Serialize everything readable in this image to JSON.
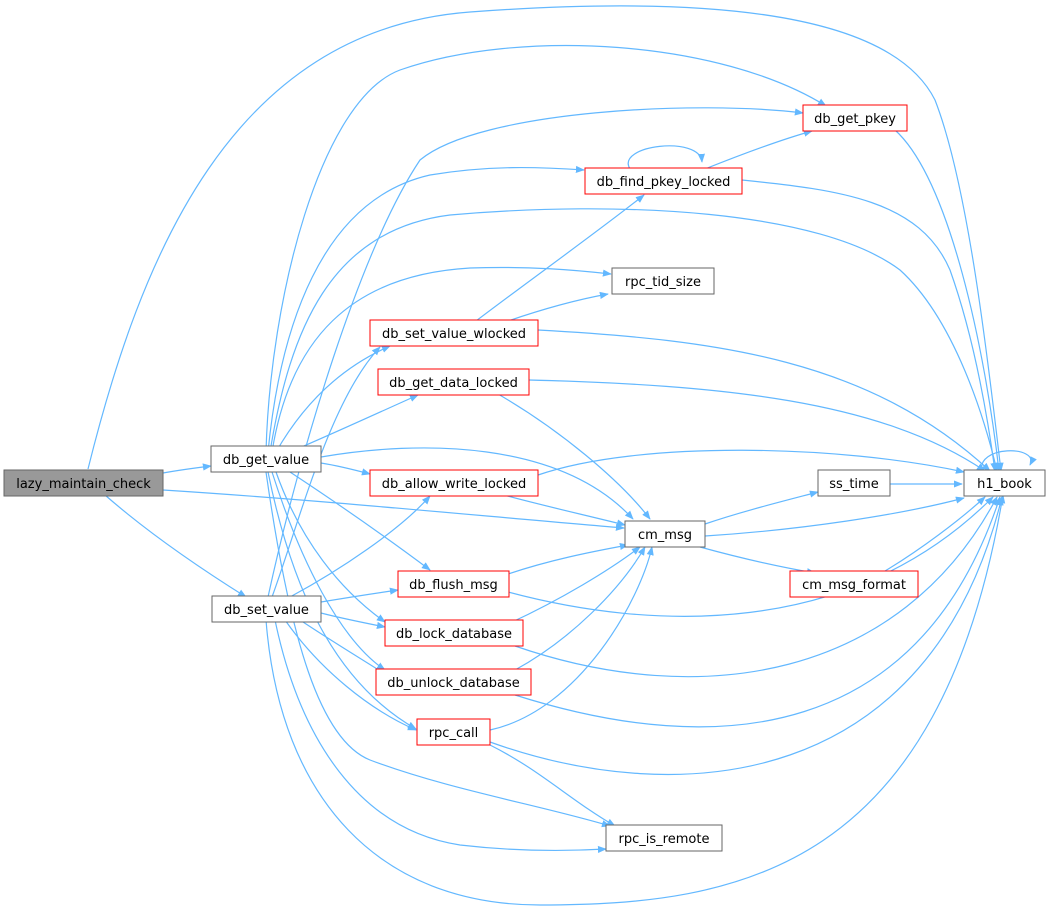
{
  "graph": {
    "colors": {
      "edge": "#63b8ff",
      "root_fill": "#999999",
      "root_border": "#666666",
      "normal_border": "#666666",
      "incomplete_border": "#ff0000",
      "node_fill": "#ffffff"
    },
    "nodes": [
      {
        "id": "lazy_maintain_check",
        "label": "lazy_maintain_check",
        "kind": "root"
      },
      {
        "id": "db_get_value",
        "label": "db_get_value",
        "kind": "normal"
      },
      {
        "id": "db_set_value",
        "label": "db_set_value",
        "kind": "normal"
      },
      {
        "id": "db_get_pkey",
        "label": "db_get_pkey",
        "kind": "incomplete"
      },
      {
        "id": "db_find_pkey_locked",
        "label": "db_find_pkey_locked",
        "kind": "incomplete"
      },
      {
        "id": "rpc_tid_size",
        "label": "rpc_tid_size",
        "kind": "normal"
      },
      {
        "id": "db_set_value_wlocked",
        "label": "db_set_value_wlocked",
        "kind": "incomplete"
      },
      {
        "id": "db_get_data_locked",
        "label": "db_get_data_locked",
        "kind": "incomplete"
      },
      {
        "id": "db_allow_write_locked",
        "label": "db_allow_write_locked",
        "kind": "incomplete"
      },
      {
        "id": "ss_time",
        "label": "ss_time",
        "kind": "normal"
      },
      {
        "id": "h1_book",
        "label": "h1_book",
        "kind": "normal"
      },
      {
        "id": "cm_msg",
        "label": "cm_msg",
        "kind": "normal"
      },
      {
        "id": "db_flush_msg",
        "label": "db_flush_msg",
        "kind": "incomplete"
      },
      {
        "id": "cm_msg_format",
        "label": "cm_msg_format",
        "kind": "incomplete"
      },
      {
        "id": "db_lock_database",
        "label": "db_lock_database",
        "kind": "incomplete"
      },
      {
        "id": "db_unlock_database",
        "label": "db_unlock_database",
        "kind": "incomplete"
      },
      {
        "id": "rpc_call",
        "label": "rpc_call",
        "kind": "incomplete"
      },
      {
        "id": "rpc_is_remote",
        "label": "rpc_is_remote",
        "kind": "normal"
      }
    ],
    "edges": [
      {
        "from": "lazy_maintain_check",
        "to": "db_get_value"
      },
      {
        "from": "lazy_maintain_check",
        "to": "db_set_value"
      },
      {
        "from": "lazy_maintain_check",
        "to": "cm_msg"
      },
      {
        "from": "lazy_maintain_check",
        "to": "h1_book"
      },
      {
        "from": "db_get_value",
        "to": "db_get_pkey"
      },
      {
        "from": "db_get_value",
        "to": "db_find_pkey_locked"
      },
      {
        "from": "db_get_value",
        "to": "h1_book"
      },
      {
        "from": "db_get_value",
        "to": "rpc_tid_size"
      },
      {
        "from": "db_get_value",
        "to": "db_set_value_wlocked"
      },
      {
        "from": "db_get_value",
        "to": "db_get_data_locked"
      },
      {
        "from": "db_get_value",
        "to": "db_allow_write_locked"
      },
      {
        "from": "db_get_value",
        "to": "cm_msg"
      },
      {
        "from": "db_get_value",
        "to": "db_flush_msg"
      },
      {
        "from": "db_get_value",
        "to": "db_lock_database"
      },
      {
        "from": "db_get_value",
        "to": "db_unlock_database"
      },
      {
        "from": "db_get_value",
        "to": "rpc_call"
      },
      {
        "from": "db_get_value",
        "to": "rpc_is_remote"
      },
      {
        "from": "db_set_value",
        "to": "db_get_pkey"
      },
      {
        "from": "db_set_value",
        "to": "db_set_value_wlocked"
      },
      {
        "from": "db_set_value",
        "to": "db_allow_write_locked"
      },
      {
        "from": "db_set_value",
        "to": "db_flush_msg"
      },
      {
        "from": "db_set_value",
        "to": "db_lock_database"
      },
      {
        "from": "db_set_value",
        "to": "db_unlock_database"
      },
      {
        "from": "db_set_value",
        "to": "rpc_call"
      },
      {
        "from": "db_set_value",
        "to": "rpc_is_remote"
      },
      {
        "from": "db_set_value",
        "to": "h1_book"
      },
      {
        "from": "db_find_pkey_locked",
        "to": "db_find_pkey_locked"
      },
      {
        "from": "db_find_pkey_locked",
        "to": "db_get_pkey"
      },
      {
        "from": "db_find_pkey_locked",
        "to": "h1_book"
      },
      {
        "from": "db_get_pkey",
        "to": "h1_book"
      },
      {
        "from": "db_set_value_wlocked",
        "to": "db_find_pkey_locked"
      },
      {
        "from": "db_set_value_wlocked",
        "to": "rpc_tid_size"
      },
      {
        "from": "db_set_value_wlocked",
        "to": "h1_book"
      },
      {
        "from": "db_get_data_locked",
        "to": "cm_msg"
      },
      {
        "from": "db_get_data_locked",
        "to": "h1_book"
      },
      {
        "from": "db_allow_write_locked",
        "to": "cm_msg"
      },
      {
        "from": "db_allow_write_locked",
        "to": "h1_book"
      },
      {
        "from": "cm_msg",
        "to": "ss_time"
      },
      {
        "from": "cm_msg",
        "to": "h1_book"
      },
      {
        "from": "cm_msg",
        "to": "cm_msg_format"
      },
      {
        "from": "ss_time",
        "to": "h1_book"
      },
      {
        "from": "cm_msg_format",
        "to": "h1_book"
      },
      {
        "from": "h1_book",
        "to": "h1_book"
      },
      {
        "from": "db_flush_msg",
        "to": "cm_msg"
      },
      {
        "from": "db_flush_msg",
        "to": "h1_book"
      },
      {
        "from": "db_lock_database",
        "to": "cm_msg"
      },
      {
        "from": "db_lock_database",
        "to": "h1_book"
      },
      {
        "from": "db_unlock_database",
        "to": "cm_msg"
      },
      {
        "from": "db_unlock_database",
        "to": "h1_book"
      },
      {
        "from": "rpc_call",
        "to": "cm_msg"
      },
      {
        "from": "rpc_call",
        "to": "h1_book"
      },
      {
        "from": "rpc_call",
        "to": "rpc_is_remote"
      }
    ]
  }
}
